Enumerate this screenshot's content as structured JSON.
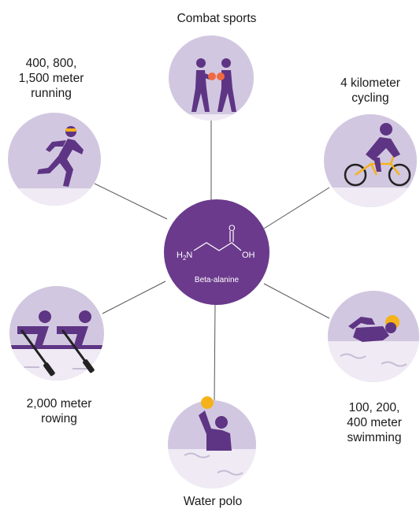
{
  "center": {
    "label": "Beta-alanine",
    "formula": {
      "amine": "H",
      "amine_sub": "2",
      "amine_n": "N",
      "carbonyl_o": "O",
      "hydroxyl": "OH"
    }
  },
  "sports": {
    "combat": "Combat sports",
    "running": "400, 800,\n1,500 meter\nrunning",
    "cycling": "4 kilometer\ncycling",
    "rowing": "2,000 meter\nrowing",
    "swimming": "100, 200,\n400 meter\nswimming",
    "water_polo": "Water polo"
  },
  "colors": {
    "center": "#6b3a8c",
    "circle": "#d2c7e0",
    "figure": "#5e3584",
    "accent": "#f5b21a",
    "glove": "#f06a3f",
    "line": "#555555"
  }
}
